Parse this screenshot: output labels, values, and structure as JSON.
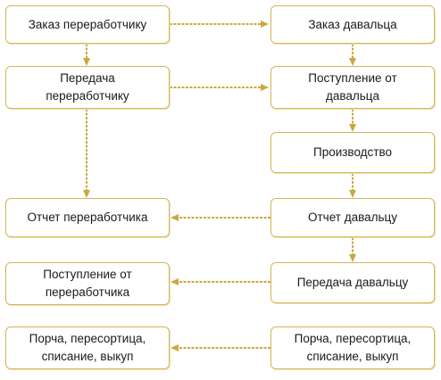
{
  "nodes": {
    "zakaz_pererabotchiku": "Заказ переработчику",
    "zakaz_davaltsa": "Заказ давальца",
    "peredacha_pererabotchiku_l1": "Передача",
    "peredacha_pererabotchiku_l2": "переработчику",
    "postuplenie_ot_davaltsa_l1": "Поступление от",
    "postuplenie_ot_davaltsa_l2": "давальца",
    "proizvodstvo": "Производство",
    "otchet_pererabotchika": "Отчет переработчика",
    "otchet_davaltsu": "Отчет давальцу",
    "postuplenie_ot_pererabotchika_l1": "Поступление от",
    "postuplenie_ot_pererabotchika_l2": "переработчика",
    "peredacha_davaltsu": "Передача давальцу",
    "porcha_left_l1": "Порча, пересортица,",
    "porcha_left_l2": "списание, выкуп",
    "porcha_right_l1": "Порча, пересортица,",
    "porcha_right_l2": "списание, выкуп"
  },
  "colors": {
    "box_border": "#d6b554",
    "arrow": "#c9a93e",
    "text": "#1a1a1a"
  }
}
